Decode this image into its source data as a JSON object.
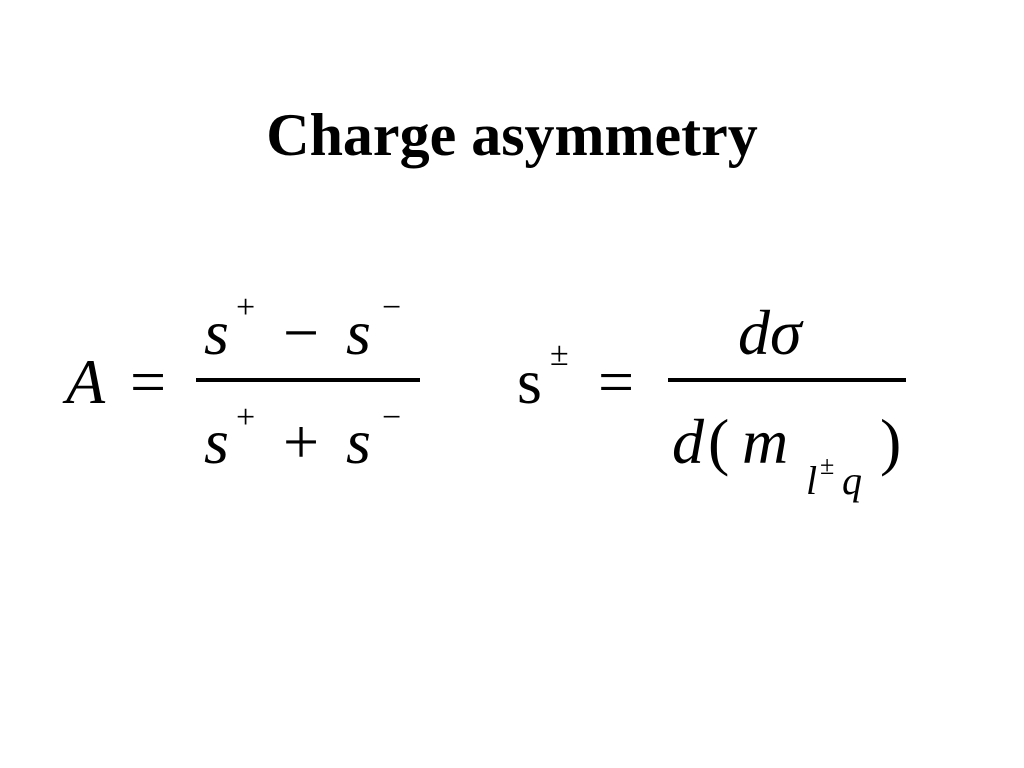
{
  "slide": {
    "title": "Charge asymmetry"
  },
  "asymmetry_formula": {
    "lhs": "A",
    "equals": "=",
    "numerator": {
      "term1": "s",
      "term1_sup": "+",
      "operator": "−",
      "term2": "s",
      "term2_sup": "−"
    },
    "denominator": {
      "term1": "s",
      "term1_sup": "+",
      "operator": "+",
      "term2": "s",
      "term2_sup": "−"
    }
  },
  "cross_section_formula": {
    "lhs": "s",
    "lhs_sup": "±",
    "equals": "=",
    "numerator": "dσ",
    "denominator": {
      "d": "d",
      "open_paren": "(",
      "m": "m",
      "sub_l": "l",
      "sub_l_sup": "±",
      "sub_q": "q",
      "close_paren": ")"
    }
  }
}
